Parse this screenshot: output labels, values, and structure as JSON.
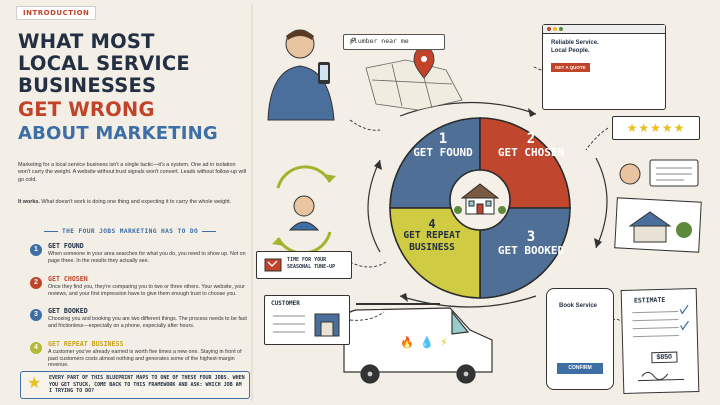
{
  "intro_label": "INTRODUCTION",
  "headline": {
    "line1": "WHAT MOST",
    "line2": "LOCAL SERVICE",
    "line3": "BUSINESSES",
    "line4": "GET WRONG",
    "line5": "ABOUT MARKETING"
  },
  "intro_paragraph": "Marketing for a local service business isn't a single tactic—it's a system. One ad in isolation won't carry the weight. A website without trust signals won't convert. Leads without follow-up will go cold.",
  "works_bold": "It works.",
  "works_text": " What doesn't work is doing one thing and expecting it to carry the whole weight.",
  "subheading": "THE FOUR JOBS MARKETING HAS TO DO",
  "steps": [
    {
      "num": "1",
      "title": "GET FOUND",
      "desc": "When someone in your area searches for what you do, you need to show up. Not on page three. In the results they actually see."
    },
    {
      "num": "2",
      "title": "GET CHOSEN",
      "desc": "Once they find you, they're comparing you to two or three others. Your website, your reviews, and your first impression have to give them enough trust to choose you."
    },
    {
      "num": "3",
      "title": "GET BOOKED",
      "desc": "Choosing you and booking you are two different things. The process needs to be fast and frictionless—especially on a phone, especially after hours."
    },
    {
      "num": "4",
      "title": "GET REPEAT BUSINESS",
      "desc": "A customer you've already earned is worth five times a new one. Staying in front of past customers costs almost nothing and generates some of the highest-margin revenue."
    }
  ],
  "callout": "EVERY PART OF THIS BLUEPRINT MAPS TO ONE OF THESE FOUR JOBS. WHEN YOU GET STUCK, COME BACK TO THIS FRAMEWORK AND ASK: WHICH JOB AM I TRYING TO DO?",
  "wheel": {
    "q1": {
      "num": "1",
      "label": "GET FOUND"
    },
    "q2": {
      "num": "2",
      "label": "GET CHOSEN"
    },
    "q3": {
      "num": "3",
      "label": "GET BOOKED"
    },
    "q4": {
      "num": "4",
      "label": "GET REPEAT BUSINESS"
    }
  },
  "search_text": "plumber near me",
  "site": {
    "tagline": "Reliable Service. Local People.",
    "button": "GET A QUOTE"
  },
  "reviews": "★★★★★",
  "seasonal": "TIME FOR YOUR SEASONAL TUNE-UP",
  "customer_label": "CUSTOMER",
  "booking": {
    "title": "Book Service",
    "confirm": "CONFIRM"
  },
  "estimate": {
    "title": "ESTIMATE",
    "amount": "$850"
  },
  "colors": {
    "navy": "#233044",
    "red": "#c1442a",
    "blue": "#3d6ea6",
    "yellow": "#c8c83a"
  }
}
